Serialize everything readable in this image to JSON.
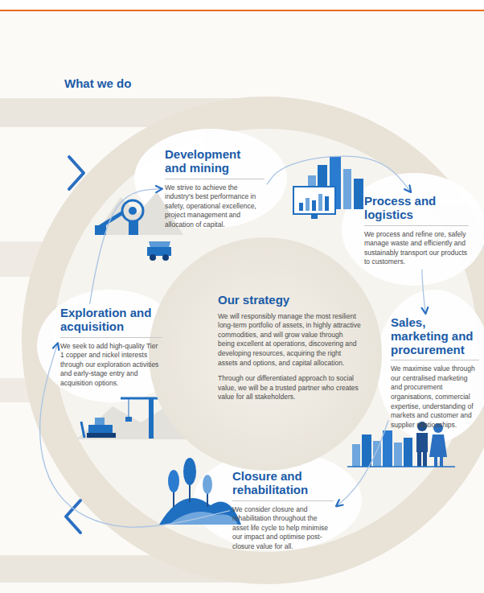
{
  "diagram": {
    "title": "What we do",
    "nodes": [
      {
        "text": [
          "Development and mining",
          "We strive to achieve the industry's best performance in safety, operational excellence, project management and allocation of capital."
        ]
      },
      {
        "text": [
          "Process and logistics",
          "We process and refine ore, safely manage waste and efficiently and sustainably transport our products to customers."
        ]
      },
      {
        "text": [
          "Our strategy",
          "We will responsibly manage the most resilient long-term portfolio of assets, in highly attractive commodities, and will grow value through being excellent at operations, discovering and developing resources, acquiring the right assets and options, and capital allocation.",
          "Through our differentiated approach to social value, we will be a trusted partner who creates value for all stakeholders."
        ]
      },
      {
        "text": [
          "Exploration and acquisition",
          "We seek to add high-quality Tier 1 copper and nickel interests through our exploration activities and early-stage entry and acquisition options."
        ]
      },
      {
        "text": [
          "Sales, marketing and procurement",
          "We maximise value through our centralised marketing and procurement organisations, commercial expertise, understanding of markets and customer and supplier relationships."
        ]
      },
      {
        "text": [
          "Closure and rehabilitation",
          "We consider closure and rehabilitation throughout the asset life cycle to help minimise our impact and optimise post-closure value for all."
        ]
      }
    ],
    "edges": [
      {
        "from": 0,
        "to": 1,
        "arrow": "to"
      },
      {
        "from": 1,
        "to": 4,
        "arrow": "to"
      },
      {
        "from": 4,
        "to": 5,
        "arrow": "to"
      },
      {
        "from": 5,
        "to": 3,
        "arrow": "to"
      },
      {
        "from": 3,
        "to": 0,
        "arrow": "to"
      }
    ]
  }
}
